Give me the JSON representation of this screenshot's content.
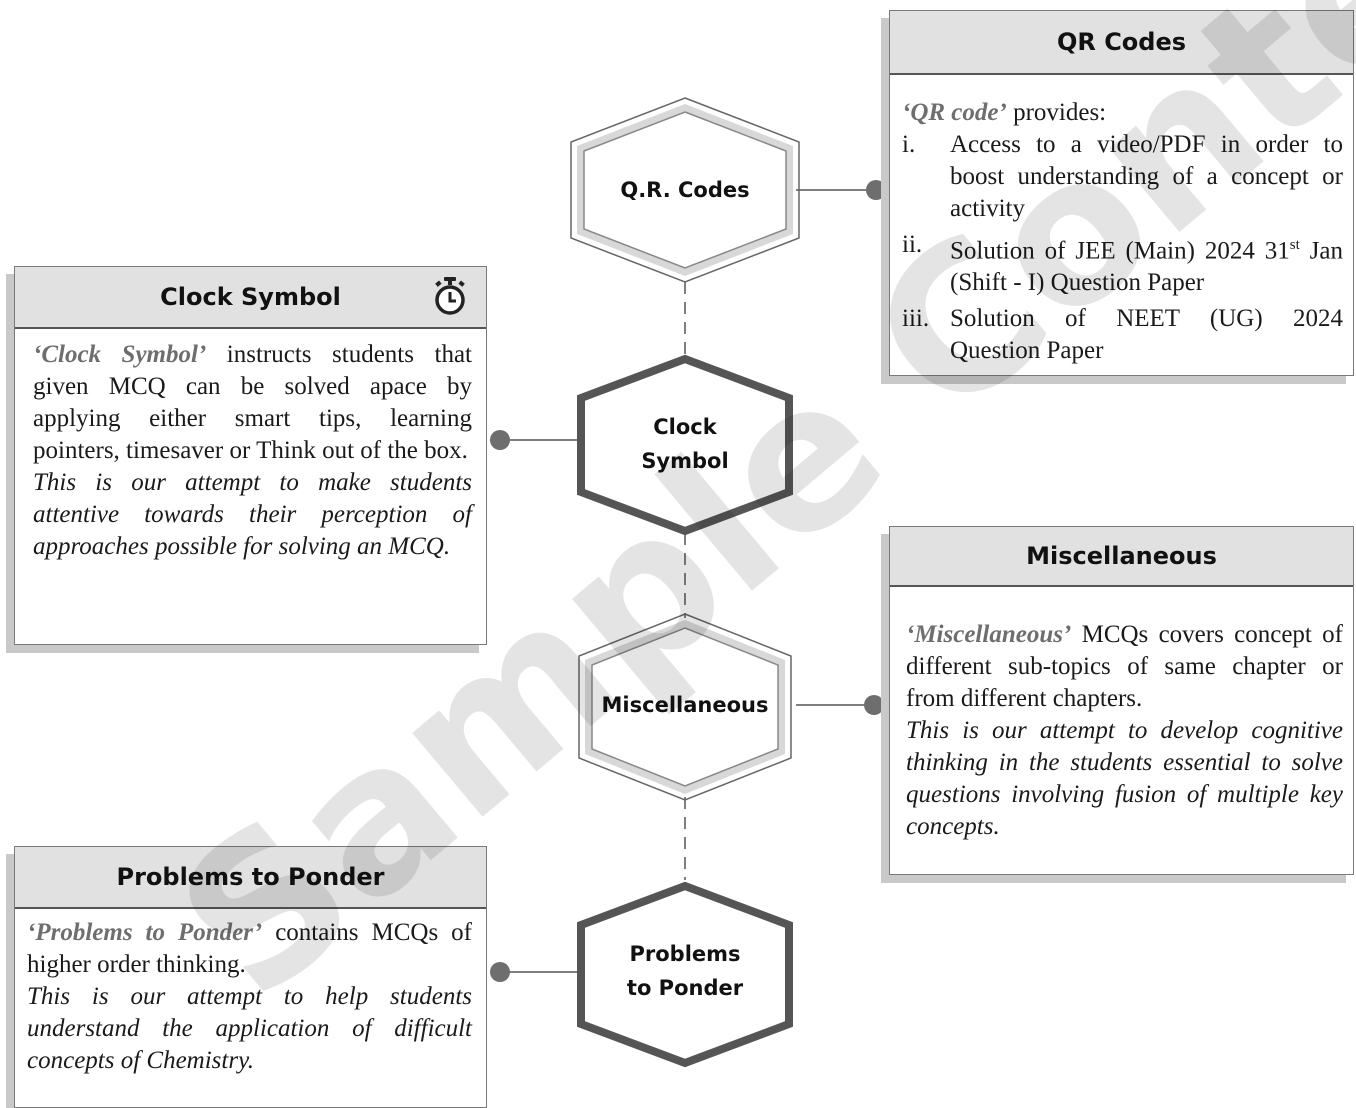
{
  "qr_box": {
    "title": "QR Codes",
    "intro_em": "‘QR code’",
    "intro_rest": " provides:",
    "items": [
      {
        "num": "i.",
        "text": "Access to a video/PDF in order to boost understanding of a concept or activity"
      },
      {
        "num": "ii.",
        "text_before": "Solution of JEE (Main) 2024 31",
        "sup": "st",
        "text_after": " Jan (Shift - I) Question Paper"
      },
      {
        "num": "iii.",
        "text": "Solution of NEET (UG) 2024 Question Paper"
      }
    ]
  },
  "clock_box": {
    "title": "Clock Symbol",
    "em": "‘Clock Symbol’",
    "body": " instructs students that given MCQ can be solved apace by applying either smart tips, learning pointers, timesaver or Think out of the box.",
    "italic": "This is our attempt to make students attentive towards their perception of approaches possible for solving an MCQ."
  },
  "misc_box": {
    "title": "Miscellaneous",
    "em": "‘Miscellaneous’",
    "body": " MCQs covers concept of different sub-topics of same chapter or from different chapters.",
    "italic": "This is our attempt to develop cognitive thinking in the students essential to solve questions involving fusion of multiple key concepts."
  },
  "ponder_box": {
    "title": "Problems to Ponder",
    "em": "‘Problems to Ponder’",
    "body": " contains MCQs of higher order thinking.",
    "italic": "This is our attempt to help students understand the application of difficult concepts of Chemistry."
  },
  "hexagons": {
    "qr": [
      "Q.R. Codes"
    ],
    "clock": [
      "Clock",
      "Symbol"
    ],
    "misc": [
      "Miscellaneous"
    ],
    "ponder": [
      "Problems",
      "to Ponder"
    ]
  },
  "icons": {
    "clock_box_icon": "stopwatch-icon"
  },
  "watermark": "Sample Content",
  "colors": {
    "header_bg": "#e1e1e1",
    "shadow": "#c9c9c9",
    "em_text": "#6e6e6e",
    "hex_dark": "#555555"
  }
}
